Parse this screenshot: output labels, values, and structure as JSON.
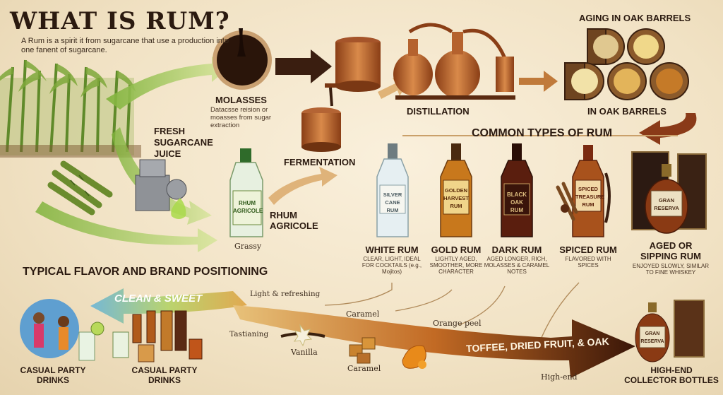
{
  "title": "WHAT IS RUM?",
  "intro": "A Rum is a spirit it from sugarcane that use a production into one fanent of sugarcane.",
  "stages": {
    "molasses": {
      "label": "MOLASSES",
      "desc": "Datacsse reision or moasses from sugar extraction"
    },
    "juice": {
      "label": "FRESH SUGARCANE JUICE"
    },
    "fermentation": {
      "label": "FERMENTATION"
    },
    "distillation": {
      "label": "DISTILLATION"
    },
    "aging_title": "AGING IN OAK BARRELS",
    "aging_label": "IN OAK BARRELS",
    "rhum": {
      "label": "RHUM AGRICOLE",
      "note": "Grassy",
      "bottle_text": "RHUM AGRICOLE"
    }
  },
  "types_title": "COMMON TYPES OF RUM",
  "rum_types": [
    {
      "name": "WHITE RUM",
      "desc": "CLEAR, LIGHT, IDEAL FOR COCKTAILS (e.g., Mojitos)",
      "bottle_text": "SILVER CANE RUM",
      "color": "#dfe9ec"
    },
    {
      "name": "GOLD RUM",
      "desc": "LIGHTLY AGED, SMOOTHER, MORE CHARACTER",
      "bottle_text": "GOLDEN HARVEST RUM",
      "color": "#c8781c"
    },
    {
      "name": "DARK RUM",
      "desc": "AGED LONGER, RICH, MOLASSES & CARAMEL NOTES",
      "bottle_text": "BLACK OAK RUM",
      "color": "#5a1e0e"
    },
    {
      "name": "SPICED RUM",
      "desc": "FLAVORED WITH SPICES",
      "bottle_text": "SPICED TREASURE RUM",
      "color": "#9a4a1a"
    },
    {
      "name": "AGED OR SIPPING RUM",
      "desc": "ENJOYED SLOWLY, SIMILAR TO FINE WHISKEY",
      "bottle_text": "GRAN RESERVA",
      "color": "#7a3414"
    }
  ],
  "positioning": {
    "title": "TYPICAL FLAVOR AND BRAND POSITIONING",
    "left_arrow": "CLEAN & SWEET",
    "right_arrow": "TOFFEE, DRIED FRUIT, & OAK",
    "notes": {
      "light": "Light & refreshing",
      "caramel_top": "Caramel",
      "tastianing": "Tastianing",
      "orange": "Orange peel",
      "vanilla": "Vanilla",
      "caramel_bottom": "Caramel",
      "high_end": "High-end"
    },
    "party1": "CASUAL PARTY DRINKS",
    "party2": "CASUAL PARTY DRINKS",
    "collector": "HIGH-END COLLECTOR BOTTLES",
    "collector_bottle": "GRAN RESERVA"
  }
}
